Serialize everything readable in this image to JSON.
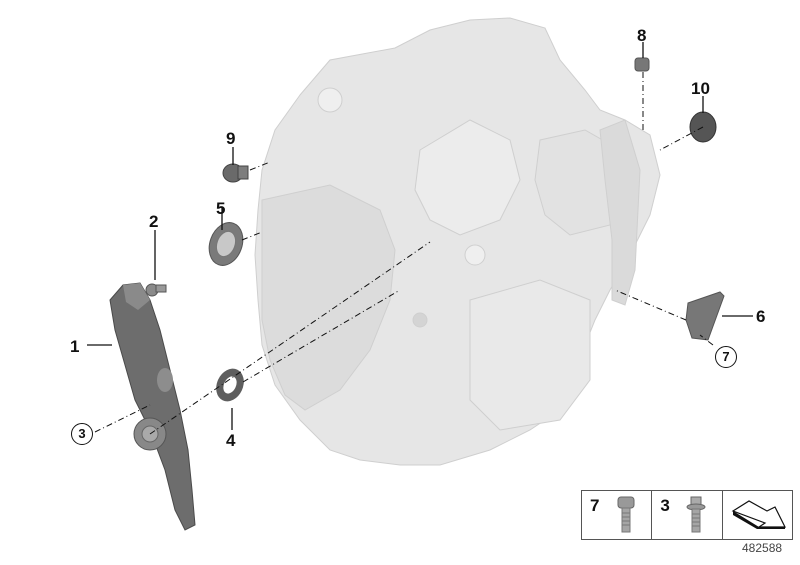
{
  "diagram": {
    "type": "exploded parts diagram",
    "subject": "transmission housing with mounting parts",
    "callouts": [
      {
        "id": "1",
        "label": "1",
        "part": "release lever / clutch fork"
      },
      {
        "id": "2",
        "label": "2",
        "part": "ball stud"
      },
      {
        "id": "3",
        "label": "3",
        "part": "bolt (circled reference)"
      },
      {
        "id": "4",
        "label": "4",
        "part": "shaft seal ring"
      },
      {
        "id": "5",
        "label": "5",
        "part": "shaft seal ring"
      },
      {
        "id": "6",
        "label": "6",
        "part": "bracket"
      },
      {
        "id": "7",
        "label": "7",
        "part": "bolt (circled reference)"
      },
      {
        "id": "8",
        "label": "8",
        "part": "cap"
      },
      {
        "id": "9",
        "label": "9",
        "part": "screw plug"
      },
      {
        "id": "10",
        "label": "10",
        "part": "sealing cap"
      }
    ],
    "legend": {
      "cells": [
        {
          "num": "7",
          "icon": "torx-bolt-icon"
        },
        {
          "num": "3",
          "icon": "flange-bolt-icon"
        },
        {
          "num": "",
          "icon": "arrow-direction-icon"
        }
      ]
    },
    "doc_id": "482588"
  }
}
